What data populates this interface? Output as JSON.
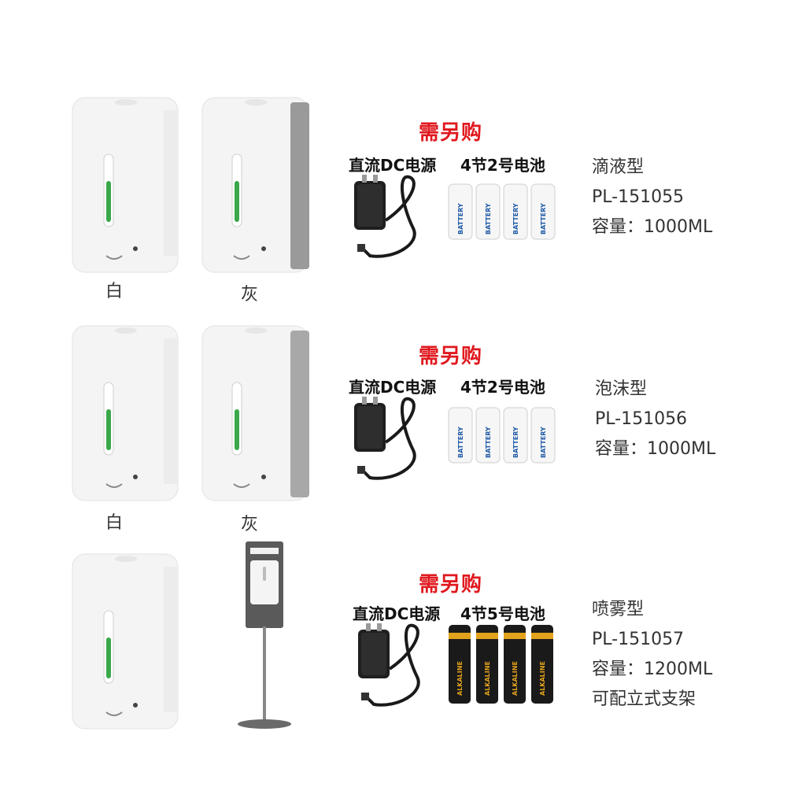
{
  "rows": [
    {
      "colors": [
        "白",
        "灰"
      ],
      "need_title": "需另购",
      "accessory_power": "直流DC电源",
      "accessory_battery": "4节2号电池",
      "battery_text": "BATTERY",
      "type": "滴液型",
      "model": "PL-151055",
      "capacity": "容量：1000ML"
    },
    {
      "colors": [
        "白",
        "灰"
      ],
      "need_title": "需另购",
      "accessory_power": "直流DC电源",
      "accessory_battery": "4节2号电池",
      "battery_text": "BATTERY",
      "type": "泡沫型",
      "model": "PL-151056",
      "capacity": "容量：1000ML"
    },
    {
      "need_title": "需另购",
      "accessory_power": "直流DC电源",
      "accessory_battery": "4节5号电池",
      "battery_text": "ALKALINE",
      "type": "喷雾型",
      "model": "PL-151057",
      "capacity": "容量：1200ML",
      "extra": "可配立式支架"
    }
  ],
  "colors": {
    "accent_red": "#e0191f",
    "window_green": "#3aa84a",
    "dispenser_white": "#f4f4f4",
    "dispenser_gray": "#9a9a9a"
  }
}
